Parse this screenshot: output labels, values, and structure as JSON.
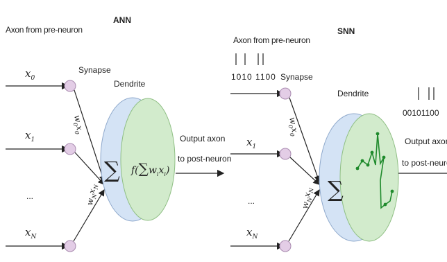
{
  "ann": {
    "title": "ANN",
    "axon_label": "Axon from pre-neuron",
    "synapse_label": "Synapse",
    "dendrite_label": "Dendrite",
    "inputs": [
      "x0",
      "x1",
      "...",
      "xN"
    ],
    "weights": [
      "w0x0",
      "wNxN"
    ],
    "sum_symbol": "∑",
    "activation": "f(∑wixi)",
    "output_line1": "Output axon",
    "output_line2": "to post-neuron"
  },
  "snn": {
    "title": "SNN",
    "axon_label": "Axon from pre-neuron",
    "spike_train_in": "1010 1100",
    "synapse_label": "Synapse",
    "dendrite_label": "Dendrite",
    "spike_train_out": "00101100",
    "inputs": [
      "x1",
      "...",
      "xN"
    ],
    "weights": [
      "w0x0",
      "wNxN"
    ],
    "sum_symbol": "∑",
    "output_line1": "Output axon",
    "output_line2": "to post-neuron"
  },
  "colors": {
    "synapse_fill": "#e3cde6",
    "synapse_stroke": "#a98bb0",
    "dendrite_fill": "#d4e3f5",
    "dendrite_stroke": "#8fa9cc",
    "soma_fill": "#d2ebcc",
    "soma_stroke": "#8fbf84",
    "spike_color": "#1f8a2c"
  }
}
